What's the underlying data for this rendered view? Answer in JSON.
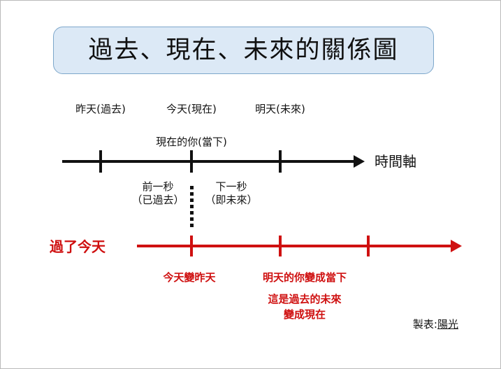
{
  "title": {
    "text": "過去、現在、未來的關係圖",
    "box_fill": "#dce9f6",
    "box_border": "#7da7cb"
  },
  "colors": {
    "black_axis": "#111111",
    "red_axis": "#cf1010",
    "text": "#121212"
  },
  "timeline_black": {
    "axis_label": "時間軸",
    "top_labels": [
      {
        "text": "昨天(過去)"
      },
      {
        "text": "今天(現在)"
      },
      {
        "text": "明天(未來)"
      }
    ],
    "center_label": "現在的你(當下)",
    "below_left": "前一秒\n（已過去）",
    "below_left_line1": "前一秒",
    "below_left_line2": "（已過去）",
    "below_right_line1": "下一秒",
    "below_right_line2": "（即未來）"
  },
  "timeline_red": {
    "left_label": "過了今天",
    "annotations": [
      {
        "text": "今天變昨天"
      },
      {
        "text": "明天的你變成當下"
      },
      {
        "text": "這是過去的未來"
      },
      {
        "text": "變成現在"
      }
    ]
  },
  "credit": {
    "prefix": "製表:",
    "name": "陽光"
  }
}
